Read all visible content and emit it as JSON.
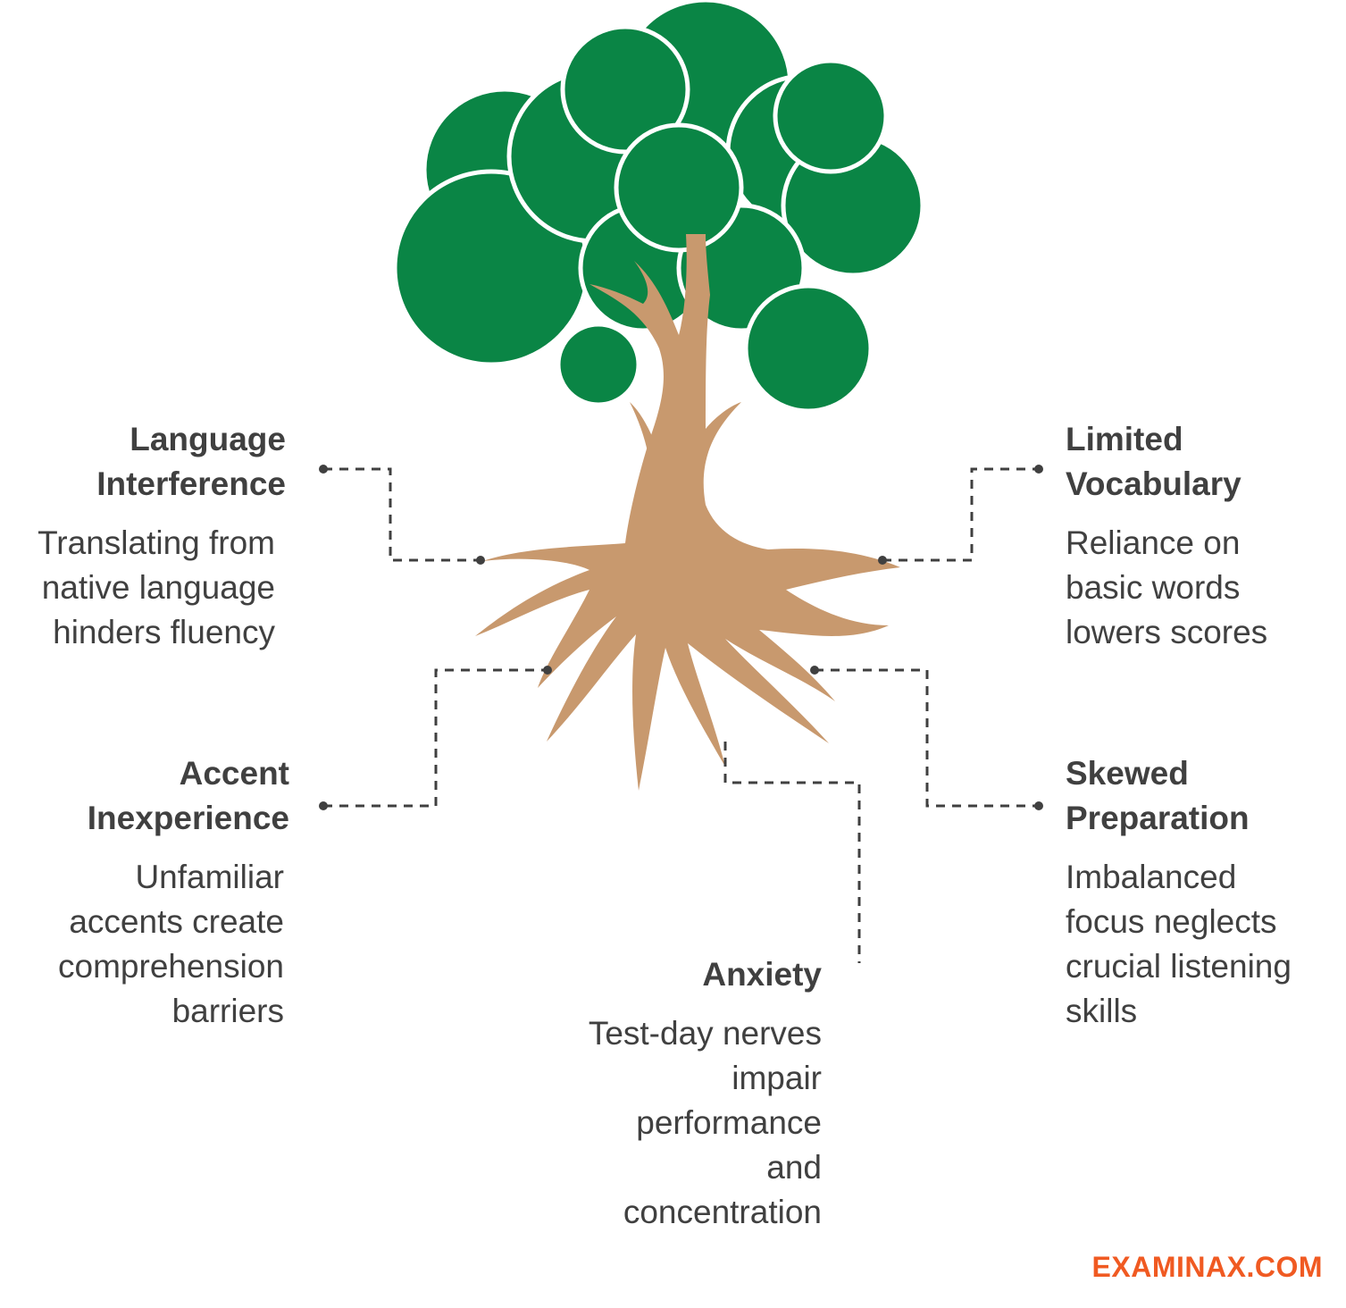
{
  "colors": {
    "foliage": "#0a8545",
    "trunk": "#c8996e",
    "text": "#404040",
    "connector": "#404040",
    "brand": "#f05a22"
  },
  "icons": [
    "tree-illustration"
  ],
  "items": {
    "language_interference": {
      "title": "Language\nInterference",
      "desc": "Translating from\nnative language\nhinders fluency"
    },
    "accent_inexperience": {
      "title": "Accent\nInexperience",
      "desc": "Unfamiliar\naccents create\ncomprehension\nbarriers"
    },
    "anxiety": {
      "title": "Anxiety",
      "desc": "Test-day nerves\nimpair\nperformance\nand\nconcentration"
    },
    "limited_vocabulary": {
      "title": "Limited\nVocabulary",
      "desc": "Reliance on\nbasic words\nlowers scores"
    },
    "skewed_preparation": {
      "title": "Skewed\nPreparation",
      "desc": "Imbalanced\nfocus neglects\ncrucial listening\nskills"
    }
  },
  "brand": {
    "label": "EXAMINAX.COM"
  }
}
